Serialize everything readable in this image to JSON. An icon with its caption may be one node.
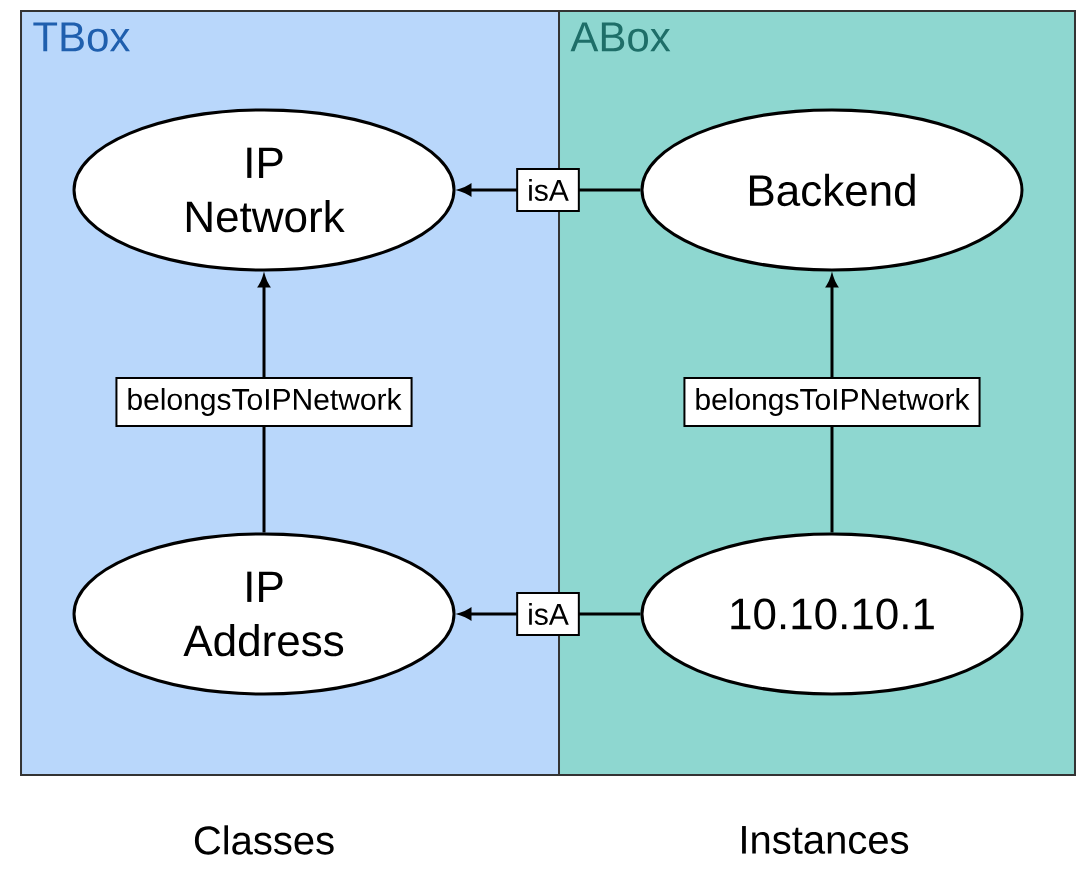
{
  "diagram": {
    "nodes": [
      {
        "text": [
          "TBox"
        ]
      },
      {
        "text": [
          "ABox"
        ]
      },
      {
        "text": [
          "IP Network"
        ],
        "in": 0
      },
      {
        "text": [
          "Backend"
        ],
        "in": 1
      },
      {
        "text": [
          "IP Address"
        ],
        "in": 0
      },
      {
        "text": [
          "10.10.10.1"
        ],
        "in": 1
      }
    ],
    "edges": [
      {
        "from": 3,
        "to": 2,
        "arrow": "to",
        "label": "isA"
      },
      {
        "from": 4,
        "to": 2,
        "arrow": "to",
        "label": "belongsToIPNetwork"
      },
      {
        "from": 5,
        "to": 3,
        "arrow": "to",
        "label": "belongsToIPNetwork"
      },
      {
        "from": 5,
        "to": 4,
        "arrow": "to",
        "label": "isA"
      }
    ],
    "labels": [
      "Classes",
      "Instances"
    ]
  }
}
